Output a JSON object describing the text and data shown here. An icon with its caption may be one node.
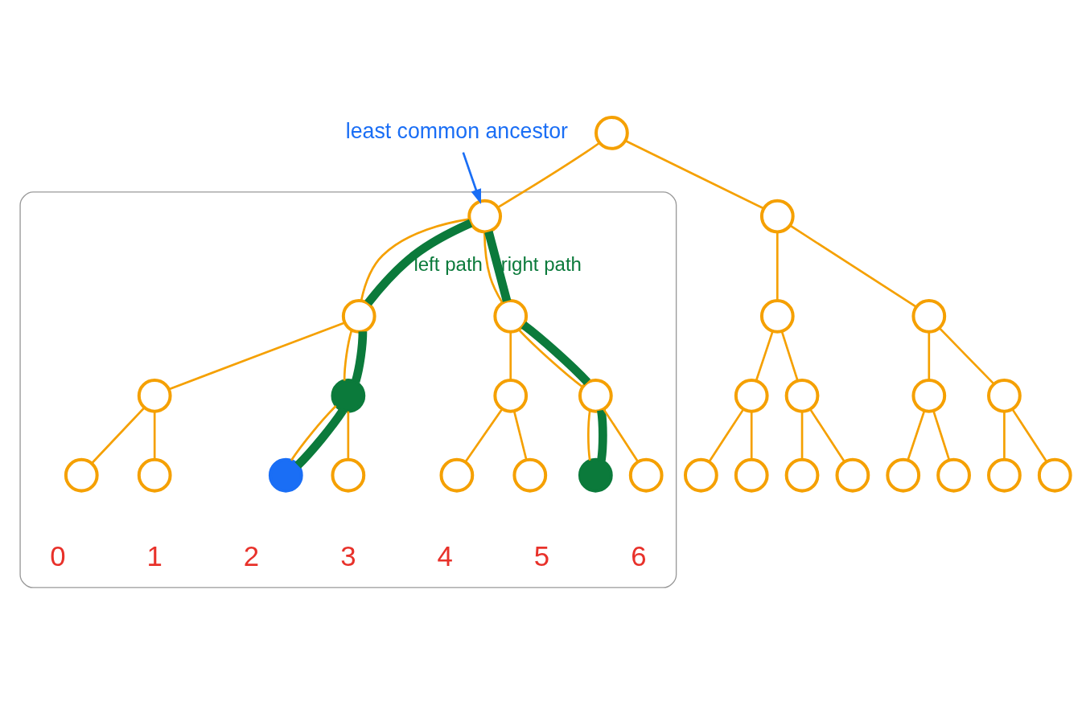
{
  "diagram": {
    "nodes": [
      {
        "text": [
          "least common ancestor"
        ]
      },
      {
        "text": [],
        "shape": "circle"
      },
      {
        "text": [],
        "shape": "cloud"
      },
      {
        "text": [],
        "shape": "circle",
        "in": 2
      },
      {
        "text": [],
        "shape": "circle"
      },
      {
        "text": [],
        "shape": "circle",
        "in": 2
      },
      {
        "text": [],
        "shape": "circle",
        "in": 2
      },
      {
        "text": [],
        "shape": "circle"
      },
      {
        "text": [],
        "shape": "circle"
      },
      {
        "text": [],
        "shape": "circle",
        "in": 2
      },
      {
        "text": [],
        "shape": "circle",
        "in": 2
      },
      {
        "text": [],
        "shape": "circle",
        "in": 2
      },
      {
        "text": [],
        "shape": "circle",
        "in": 2
      },
      {
        "text": [],
        "shape": "circle"
      },
      {
        "text": [],
        "shape": "circle"
      },
      {
        "text": [],
        "shape": "circle"
      },
      {
        "text": [],
        "shape": "circle"
      },
      {
        "text": [],
        "shape": "circle",
        "in": 2
      },
      {
        "text": [],
        "shape": "circle",
        "in": 2
      },
      {
        "text": [],
        "shape": "circle",
        "in": 2
      },
      {
        "text": [],
        "shape": "circle",
        "in": 2
      },
      {
        "text": [],
        "shape": "circle",
        "in": 2
      },
      {
        "text": [],
        "shape": "circle",
        "in": 2
      },
      {
        "text": [],
        "shape": "circle",
        "in": 2
      },
      {
        "text": [],
        "shape": "circle",
        "in": 2
      },
      {
        "text": [],
        "shape": "circle"
      },
      {
        "text": [],
        "shape": "circle"
      },
      {
        "text": [],
        "shape": "circle"
      },
      {
        "text": [],
        "shape": "circle"
      },
      {
        "text": [],
        "shape": "circle"
      },
      {
        "text": [],
        "shape": "circle"
      },
      {
        "text": [],
        "shape": "circle"
      },
      {
        "text": [],
        "shape": "circle"
      }
    ],
    "edges": [
      {
        "from": 1,
        "to": 3,
        "arrow": "none"
      },
      {
        "from": 1,
        "to": 4,
        "arrow": "none"
      },
      {
        "from": 3,
        "to": 5,
        "arrow": "none"
      },
      {
        "from": 3,
        "to": 6,
        "arrow": "none"
      },
      {
        "from": 4,
        "to": 7,
        "arrow": "none"
      },
      {
        "from": 4,
        "to": 8,
        "arrow": "none"
      },
      {
        "from": 5,
        "to": 9,
        "arrow": "none"
      },
      {
        "from": 5,
        "to": 10,
        "arrow": "none"
      },
      {
        "from": 6,
        "to": 11,
        "arrow": "none"
      },
      {
        "from": 6,
        "to": 12,
        "arrow": "none"
      },
      {
        "from": 7,
        "to": 13,
        "arrow": "none"
      },
      {
        "from": 7,
        "to": 14,
        "arrow": "none"
      },
      {
        "from": 8,
        "to": 15,
        "arrow": "none"
      },
      {
        "from": 8,
        "to": 16,
        "arrow": "none"
      },
      {
        "from": 9,
        "to": 17,
        "arrow": "none"
      },
      {
        "from": 9,
        "to": 18,
        "arrow": "none"
      },
      {
        "from": 10,
        "to": 19,
        "arrow": "none"
      },
      {
        "from": 10,
        "to": 20,
        "arrow": "none"
      },
      {
        "from": 11,
        "to": 21,
        "arrow": "none"
      },
      {
        "from": 11,
        "to": 22,
        "arrow": "none"
      },
      {
        "from": 12,
        "to": 23,
        "arrow": "none"
      },
      {
        "from": 12,
        "to": 24,
        "arrow": "none"
      },
      {
        "from": 13,
        "to": 25,
        "arrow": "none"
      },
      {
        "from": 13,
        "to": 26,
        "arrow": "none"
      },
      {
        "from": 14,
        "to": 27,
        "arrow": "none"
      },
      {
        "from": 14,
        "to": 28,
        "arrow": "none"
      },
      {
        "from": 15,
        "to": 29,
        "arrow": "none"
      },
      {
        "from": 15,
        "to": 30,
        "arrow": "none"
      },
      {
        "from": 16,
        "to": 31,
        "arrow": "none"
      },
      {
        "from": 16,
        "to": 32,
        "arrow": "none"
      },
      {
        "from": 0,
        "to": 3,
        "arrow": "to",
        "color": "#1a6ef5"
      },
      {
        "from": 3,
        "to": 5,
        "arrow": "none",
        "label": "left path",
        "style": "thick",
        "color": "#0b7a3b"
      },
      {
        "from": 5,
        "to": 10,
        "arrow": "none",
        "style": "thick",
        "color": "#0b7a3b"
      },
      {
        "from": 10,
        "to": 19,
        "arrow": "none",
        "style": "thick",
        "color": "#0b7a3b"
      },
      {
        "from": 3,
        "to": 6,
        "arrow": "none",
        "label": "right path",
        "style": "thick",
        "color": "#0b7a3b"
      },
      {
        "from": 6,
        "to": 12,
        "arrow": "none",
        "style": "thick",
        "color": "#0b7a3b"
      },
      {
        "from": 12,
        "to": 23,
        "arrow": "none",
        "style": "thick",
        "color": "#0b7a3b"
      }
    ],
    "labels": [
      "0",
      "1",
      "2",
      "3",
      "4",
      "5",
      "6"
    ]
  }
}
